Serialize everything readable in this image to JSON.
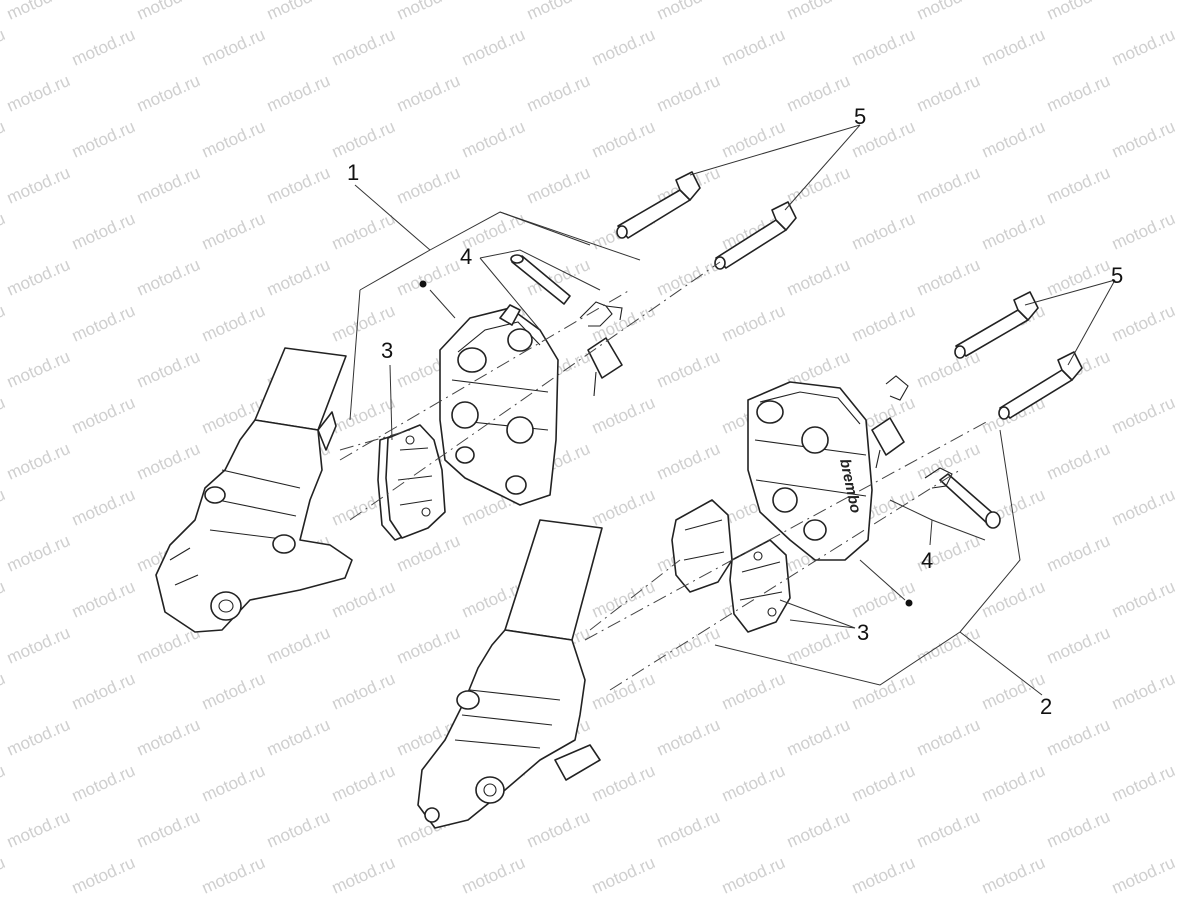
{
  "watermark": "motod.ru",
  "callouts": {
    "c1": "1",
    "c2": "2",
    "c3a": "3",
    "c3b": "3",
    "c4a": "4",
    "c4b": "4",
    "c5a": "5",
    "c5b": "5"
  },
  "caliper_brand": "brembo"
}
